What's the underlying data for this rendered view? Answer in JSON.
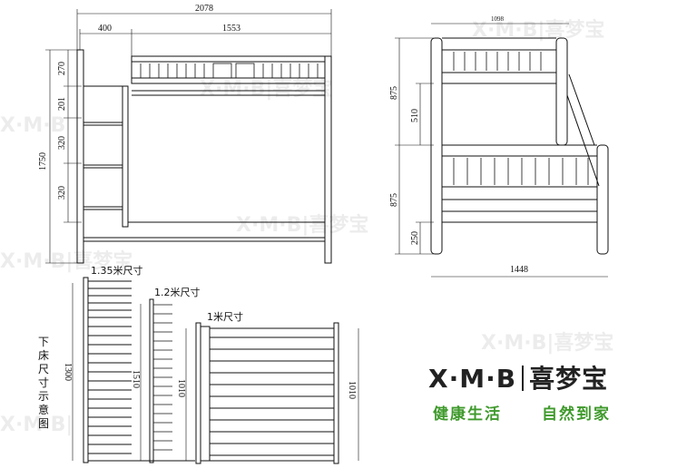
{
  "front_view": {
    "width_total": "2078",
    "width_ladder": "400",
    "width_bed": "1553",
    "height_total": "1750",
    "height_top_rail": "270",
    "height_step1": "201",
    "height_step2": "320",
    "height_step3": "320"
  },
  "side_view": {
    "width_top": "1098",
    "width_bottom": "1448",
    "height_upper": "875",
    "height_upper_gap": "510",
    "height_lower": "875",
    "height_leg": "250"
  },
  "lower_bed": {
    "title": "下床尺寸示意图",
    "size_135": {
      "label": "1.35米尺寸",
      "dim": "1300"
    },
    "size_12": {
      "label": "1.2米尺寸",
      "dim": "1510"
    },
    "size_1": {
      "label": "1米尺寸",
      "dim_left": "1010",
      "dim_right": "1010"
    }
  },
  "brand": {
    "logo_latin": "X·M·B",
    "logo_cn": "喜梦宝",
    "slogan_1": "健康生活",
    "slogan_2": "自然到家",
    "slogan_color": "#3f9a2c"
  }
}
